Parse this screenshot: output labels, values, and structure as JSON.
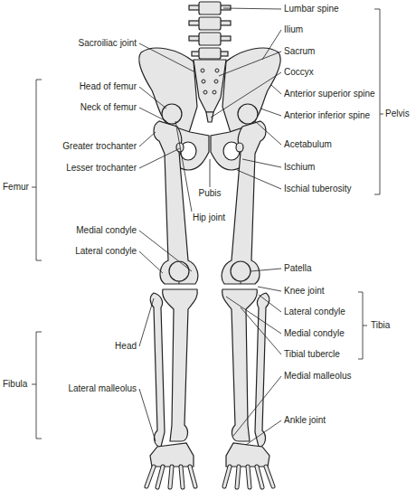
{
  "diagram": {
    "labels": [
      "Lumbar spine",
      "Sacroiliac joint",
      "Ilium",
      "Sacrum",
      "Coccyx",
      "Head of femur",
      "Neck of femur",
      "Anterior superior spine",
      "Pelvis",
      "Femur",
      "Greater trochanter",
      "Anterior inferior spine",
      "Lesser trochanter",
      "Acetabulum",
      "Pubis",
      "Hip joint",
      "Ischium",
      "Ischial tuberosity",
      "Medial condyle",
      "Lateral condyle",
      "Patella",
      "Knee joint",
      "Lateral condyle",
      "Medial condyle",
      "Tibia",
      "Tibial tubercle",
      "Head",
      "Fibula",
      "Medial malleolus",
      "Lateral malleolus",
      "Ankle joint"
    ]
  }
}
